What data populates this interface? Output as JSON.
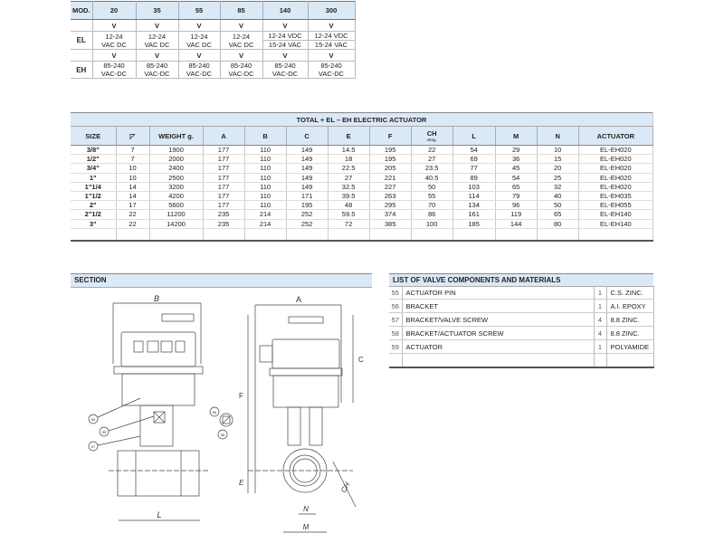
{
  "mod_table": {
    "header": [
      "MOD.",
      "20",
      "35",
      "55",
      "85",
      "140",
      "300"
    ],
    "el_label": "EL",
    "eh_label": "EH",
    "v_label": "V",
    "el_values": [
      [
        "12-24",
        "VAC DC"
      ],
      [
        "12-24",
        "VAC DC"
      ],
      [
        "12-24",
        "VAC DC"
      ],
      [
        "12-24",
        "VAC DC"
      ],
      [
        "12-24 VDC",
        "15-24 VAC"
      ],
      [
        "12-24 VDC",
        "15-24 VAC"
      ]
    ],
    "eh_values": [
      [
        "85-240",
        "VAC-DC"
      ],
      [
        "85-240",
        "VAC-DC"
      ],
      [
        "85-240",
        "VAC-DC"
      ],
      [
        "85-240",
        "VAC-DC"
      ],
      [
        "85-240",
        "VAC-DC"
      ],
      [
        "85-240",
        "VAC-DC"
      ]
    ]
  },
  "size_table": {
    "title": "TOTAL  + EL – EH ELECTRIC ACTUATOR",
    "headers": [
      "SIZE",
      "◸",
      "WEIGHT g.",
      "A",
      "B",
      "C",
      "E",
      "F",
      "CH",
      "L",
      "M",
      "N",
      "ACTUATOR"
    ],
    "ch_sub": "ottag.",
    "rows": [
      [
        "3/8\"",
        "7",
        "1900",
        "177",
        "110",
        "149",
        "14.5",
        "195",
        "22",
        "54",
        "29",
        "10",
        "EL-EH020"
      ],
      [
        "1/2\"",
        "7",
        "2000",
        "177",
        "110",
        "149",
        "18",
        "195",
        "27",
        "69",
        "36",
        "15",
        "EL-EH020"
      ],
      [
        "3/4\"",
        "10",
        "2400",
        "177",
        "110",
        "149",
        "22.5",
        "205",
        "23.5",
        "77",
        "45",
        "20",
        "EL-EH020"
      ],
      [
        "1\"",
        "10",
        "2500",
        "177",
        "110",
        "149",
        "27",
        "221",
        "40.5",
        "89",
        "54",
        "25",
        "EL-EH020"
      ],
      [
        "1\"1/4",
        "14",
        "3200",
        "177",
        "110",
        "149",
        "32.5",
        "227",
        "50",
        "103",
        "65",
        "32",
        "EL-EH020"
      ],
      [
        "1\"1/2",
        "14",
        "4200",
        "177",
        "110",
        "171",
        "39.5",
        "263",
        "55",
        "114",
        "79",
        "40",
        "EL-EH035"
      ],
      [
        "2\"",
        "17",
        "5600",
        "177",
        "110",
        "195",
        "48",
        "295",
        "70",
        "134",
        "96",
        "50",
        "EL-EH055"
      ],
      [
        "2\"1/2",
        "22",
        "11200",
        "235",
        "214",
        "252",
        "59.5",
        "374",
        "86",
        "161",
        "119",
        "65",
        "EL-EH140"
      ],
      [
        "3\"",
        "22",
        "14200",
        "235",
        "214",
        "252",
        "72",
        "385",
        "100",
        "185",
        "144",
        "80",
        "EL-EH140"
      ]
    ]
  },
  "section": {
    "title": "SECTION",
    "labels": {
      "A": "A",
      "B": "B",
      "C": "C",
      "E": "E",
      "F": "F",
      "L": "L",
      "M": "M",
      "N": "N",
      "CH": "CH"
    },
    "balloons": [
      "59",
      "55",
      "57",
      "56",
      "58"
    ]
  },
  "components": {
    "title": "LIST OF VALVE COMPONENTS AND MATERIALS",
    "rows": [
      [
        "55",
        "ACTUATOR PIN",
        "1",
        "C.S. ZINC."
      ],
      [
        "56",
        "BRACKET",
        "1",
        "A.I. EPOXY"
      ],
      [
        "57",
        "BRACKET/VALVE SCREW",
        "4",
        "8.8 ZINC."
      ],
      [
        "58",
        "BRACKET/ACTUATOR SCREW",
        "4",
        "8.8 ZINC."
      ],
      [
        "59",
        "ACTUATOR",
        "1",
        "POLYAMIDE"
      ]
    ]
  }
}
